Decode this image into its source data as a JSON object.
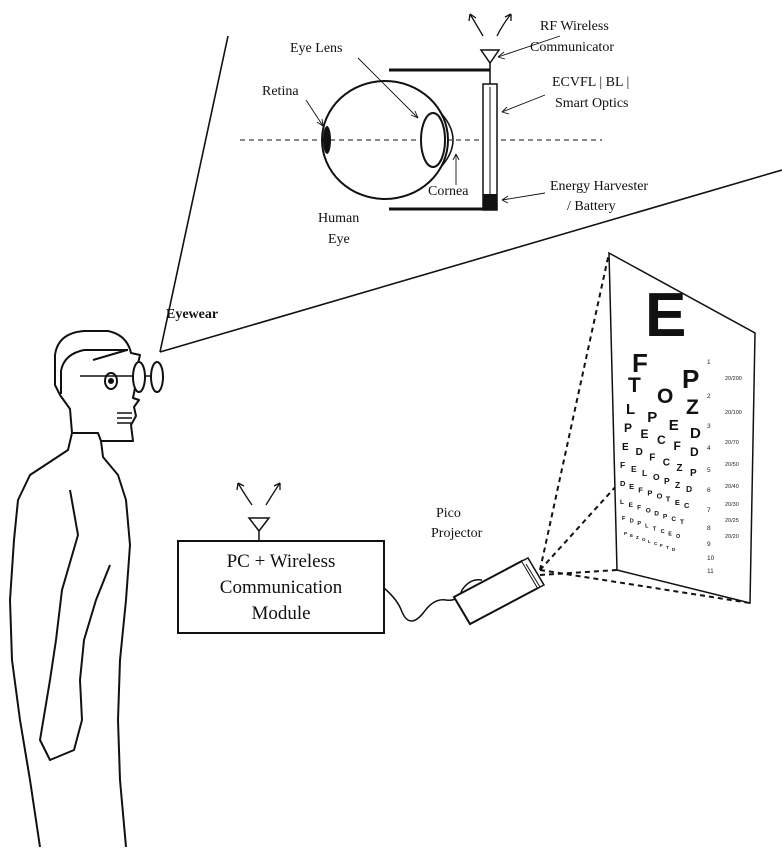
{
  "labels": {
    "rf_wireless_line1": "RF Wireless",
    "rf_wireless_line2": "Communicator",
    "eye_lens": "Eye Lens",
    "retina": "Retina",
    "optics_line1": "ECVFL | BL |",
    "optics_line2": "Smart Optics",
    "cornea": "Cornea",
    "energy_line1": "Energy Harvester",
    "energy_line2": "/ Battery",
    "human_eye_line1": "Human",
    "human_eye_line2": "Eye",
    "eyewear": "Eyewear",
    "pico_line1": "Pico",
    "pico_line2": "Projector",
    "pc_line1": "PC + Wireless",
    "pc_line2": "Communication",
    "pc_line3": "Module"
  },
  "eye_chart": {
    "row_numbers": [
      "1",
      "2",
      "3",
      "4",
      "5",
      "6",
      "7",
      "8",
      "9",
      "10",
      "11"
    ],
    "acuity": [
      "20/200",
      "20/100",
      "20/70",
      "20/50",
      "20/40",
      "20/30",
      "20/25",
      "20/20"
    ],
    "rows": [
      "E",
      "F P",
      "T O Z",
      "L P E D",
      "P E C F D",
      "E D F C Z P",
      "F E L O P Z D",
      "D E F P O T E C",
      "L E F O D P C T",
      "F D P L T C E O",
      "P E Z O L C F T D"
    ]
  },
  "colors": {
    "ink": "#111111",
    "background": "#ffffff",
    "battery_fill": "#111111"
  }
}
